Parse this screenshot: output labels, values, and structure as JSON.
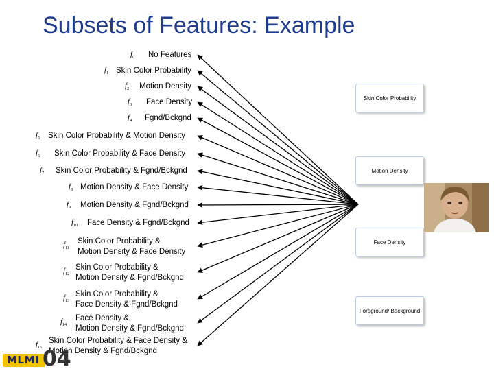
{
  "title": "Subsets of Features: Example",
  "feature_sets": [
    {
      "symbol": "f",
      "index": "0",
      "label": "No Features"
    },
    {
      "symbol": "f",
      "index": "1",
      "label": "Skin Color Probability"
    },
    {
      "symbol": "f",
      "index": "2",
      "label": "Motion Density"
    },
    {
      "symbol": "f",
      "index": "3",
      "label": "Face Density"
    },
    {
      "symbol": "f",
      "index": "4",
      "label": "Fgnd/Bckgnd"
    },
    {
      "symbol": "f",
      "index": "5",
      "label": "Skin Color Probability & Motion Density"
    },
    {
      "symbol": "f",
      "index": "6",
      "label": "Skin Color Probability & Face Density"
    },
    {
      "symbol": "f",
      "index": "7",
      "label": "Skin Color Probability & Fgnd/Bckgnd"
    },
    {
      "symbol": "f",
      "index": "8",
      "label": "Motion Density & Face Density"
    },
    {
      "symbol": "f",
      "index": "9",
      "label": "Motion Density & Fgnd/Bckgnd"
    },
    {
      "symbol": "f",
      "index": "10",
      "label": "Face Density & Fgnd/Bckgnd"
    },
    {
      "symbol": "f",
      "index": "11",
      "label": "Skin Color Probability &\nMotion Density & Face Density"
    },
    {
      "symbol": "f",
      "index": "12",
      "label": "Skin Color Probability &\nMotion Density & Fgnd/Bckgnd"
    },
    {
      "symbol": "f",
      "index": "13",
      "label": "Skin Color Probability &\nFace Density & Fgnd/Bckgnd"
    },
    {
      "symbol": "f",
      "index": "14",
      "label": "Face Density &\nMotion Density & Fgnd/Bckgnd"
    },
    {
      "symbol": "f",
      "index": "15",
      "label": "Skin Color Probability & Face Density &\nMotion Density & Fgnd/Bckgnd"
    }
  ],
  "feature_boxes": [
    {
      "label": "Skin Color Probability"
    },
    {
      "label": "Motion Density"
    },
    {
      "label": "Face Density"
    },
    {
      "label": "Foreground/ Background"
    }
  ],
  "logo": {
    "text": "MLMI",
    "number": "04"
  },
  "colors": {
    "title": "#1f3d8c",
    "box_border": "#b7cbe6",
    "logo_yellow": "#f2c200"
  }
}
